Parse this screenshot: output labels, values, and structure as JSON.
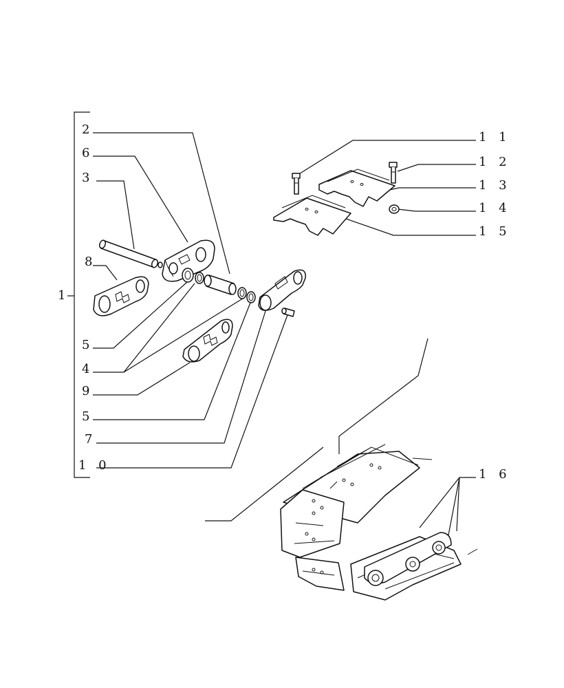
{
  "callouts": {
    "c1": "1",
    "c2": "2",
    "c6": "6",
    "c3": "3",
    "c8": "8",
    "c5a": "5",
    "c4": "4",
    "c9": "9",
    "c5b": "5",
    "c7": "7",
    "c10": "1 0",
    "c11": "1 1",
    "c12": "1 2",
    "c13": "1 3",
    "c14": "1 4",
    "c15": "1 5",
    "c16": "1 6"
  }
}
